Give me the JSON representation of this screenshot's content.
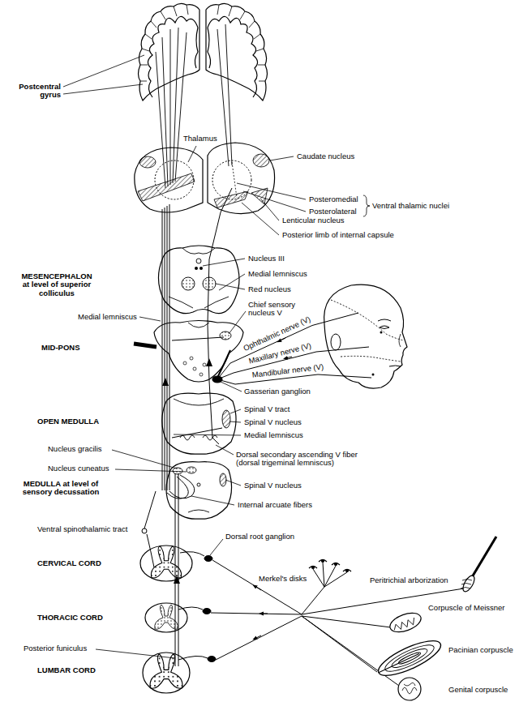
{
  "diagram": {
    "labels": [
      "Postcentral gyrus",
      "Thalamus",
      "Caudate nucleus",
      "Posteromedial",
      "Posterolateral",
      "Ventral thalamic nuclei",
      "Lenticular nucleus",
      "Posterior limb of internal capsule",
      "MESENCEPHALON at level of superior colliculus",
      "Nucleus III",
      "Medial lemniscus",
      "Red nucleus",
      "Medial lemniscus",
      "Chief sensory nucleus V",
      "MID-PONS",
      "Ophthalmic nerve (V)",
      "Maxillary nerve (V)",
      "Mandibular nerve (V)",
      "Gasserian ganglion",
      "OPEN MEDULLA",
      "Spinal V tract",
      "Spinal V nucleus",
      "Medial lemniscus",
      "Nucleus gracilis",
      "Nucleus cuneatus",
      "Dorsal secondary ascending V fiber (dorsal trigeminal lemniscus)",
      "MEDULLA at level of sensory decussation",
      "Spinal V nucleus",
      "Internal arcuate fibers",
      "Ventral spinothalamic tract",
      "Dorsal root ganglion",
      "Merkel's disks",
      "Peritrichial arborization",
      "CERVICAL CORD",
      "Corpuscle of Meissner",
      "THORACIC CORD",
      "Pacinian corpuscle",
      "Posterior funiculus",
      "Genital corpuscle",
      "LUMBAR CORD"
    ]
  }
}
